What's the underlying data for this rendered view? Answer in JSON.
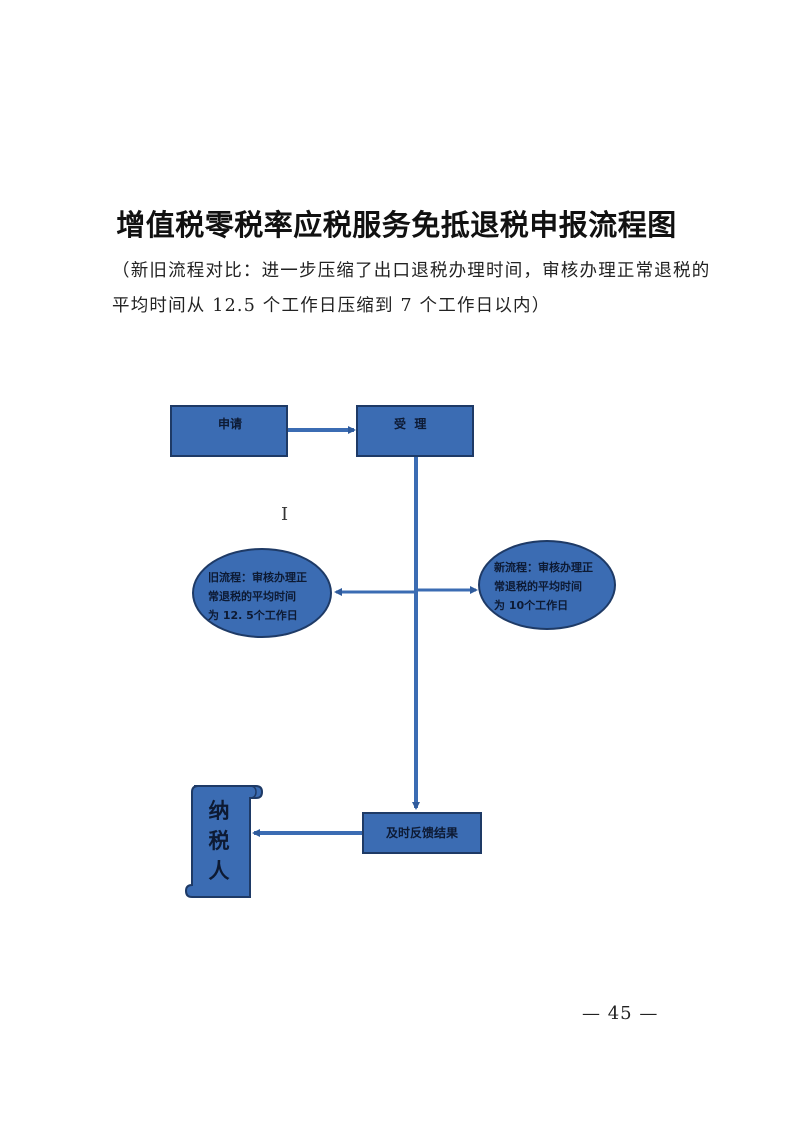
{
  "title": "增值税零税率应税服务免抵退税申报流程图",
  "subtitle": "（新旧流程对比：进一步压缩了出口退税办理时间，审核办理正常退税的平均时间从 12.5 个工作日压缩到 7 个工作日以内）",
  "flow": {
    "apply_label": "申请",
    "accept_label": "受  理",
    "old_process": {
      "line1": "旧流程：审核办理正",
      "line2": "常退税的平均时间",
      "line3": "为 12. 5个工作日"
    },
    "new_process": {
      "line1": "新流程：审核办理正",
      "line2": "常退税的平均时间",
      "line3": "为 10个工作日"
    },
    "feedback_label": "及时反馈结果",
    "taxpayer": [
      "纳",
      "税",
      "人"
    ]
  },
  "cursor_glyph": "I",
  "page_number": "— 45 —",
  "colors": {
    "box_fill": "#3b6cb3",
    "box_border": "#1e3a66",
    "arrow": "#3b6cb3"
  }
}
